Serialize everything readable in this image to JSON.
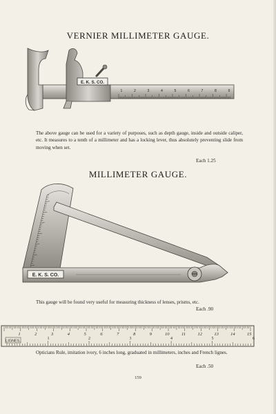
{
  "vernier": {
    "title": "VERNIER MILLIMETER GAUGE.",
    "maker_mark": "E. K. S. CO.",
    "scale_numbers": [
      "1",
      "2",
      "3",
      "4",
      "5",
      "6",
      "7",
      "8",
      "9"
    ],
    "description": "The above gauge can be used for a variety of purposes, such as depth gauge, inside and outside caliper, etc. It measures to a tenth of a millimeter and has a locking lever, thus absolutely preventing slide from moving when set.",
    "price": "Each   1.25"
  },
  "millimeter": {
    "title": "MILLIMETER GAUGE.",
    "maker_mark": "E. K. S. CO.",
    "description": "This gauge will be found very useful for measuring thickness of lenses, prisms, etc.",
    "price": "Each   .90"
  },
  "rule": {
    "inch_numbers": [
      "1",
      "2",
      "3",
      "4",
      "5",
      "6"
    ],
    "mm_numbers": [
      "1",
      "2",
      "3",
      "4",
      "5",
      "6",
      "7",
      "8",
      "9",
      "10",
      "11",
      "12",
      "13",
      "14",
      "15"
    ],
    "lignes_label": "LIGNES.",
    "description": "Opticians Rule, imitation ivory, 6 inches long, graduated in millimeters, inches and French lignes.",
    "price": "Each   .50"
  },
  "page_number": "159"
}
